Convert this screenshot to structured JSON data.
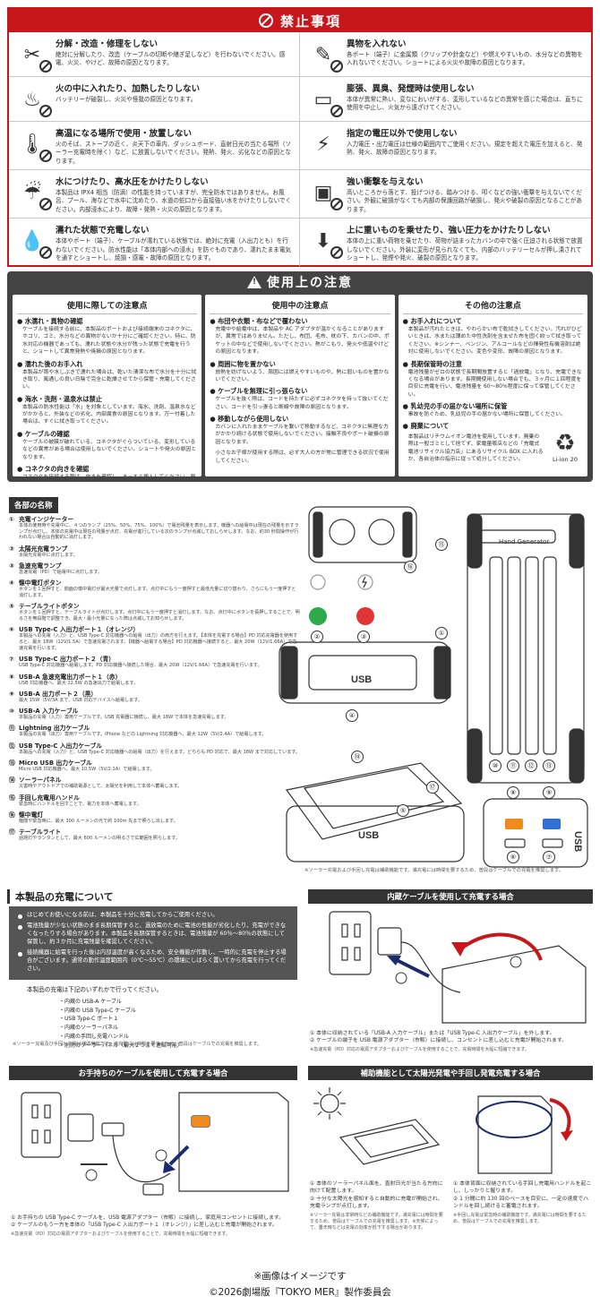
{
  "prohibitions": {
    "title": "禁止事項",
    "items": [
      {
        "icon": "wrench-screwdriver-icon",
        "title": "分解・改造・修理をしない",
        "body": "絶対に分解したり、改造（ケーブルの切断や継ぎ足しなど）を行わないでください。感電、火災、やけど、故障の原因となります。"
      },
      {
        "icon": "foreign-object-icon",
        "title": "異物を入れない",
        "body": "各ポート（端子）に金属類（クリップや針金など）や燃えやすいもの、水分などの異物を入れないでください。ショートによる火災や故障の原因となります。"
      },
      {
        "icon": "fire-icon",
        "title": "火の中に入れたり、加熱したりしない",
        "body": "バッテリーが破裂し、火災や怪我の原因となります。"
      },
      {
        "icon": "swollen-battery-icon",
        "title": "膨張、異臭、発煙時は使用しない",
        "body": "本体が異常に熱い、変なにおいがする、変形しているなどの異常を感じた場合は、直ちに使用を中止し、火気から遠ざけてください。"
      },
      {
        "icon": "thermometer-icon",
        "title": "高温になる場所で使用・放置しない",
        "body": "火のそば、ストーブの近く、炎天下の車内、ダッシュボード、直射日光の当たる場所（ソーラー充電時を除く）など、に放置しないでください。発熱、発火、劣化などの原因となります。"
      },
      {
        "icon": "voltage-icon",
        "title": "指定の電圧以外で使用しない",
        "body": "入力電圧・出力電圧は仕様の範囲内でご使用ください。規定を超えた電圧を加えると、発熱、発火、故障の原因となります。"
      },
      {
        "icon": "water-icon",
        "title": "水につけたり、高水圧をかけたりしない",
        "body": "本製品は IPX4 相当（防滴）の性能を持っていますが、完全防水ではありません。お風呂、プール、海などで水中に沈めたり、水道の蛇口から直接強い水をかけたりしないでください。内部浸水により、故障・発熱・火災の原因となります。"
      },
      {
        "icon": "impact-icon",
        "title": "強い衝撃を与えない",
        "body": "高いところから落とす、投げつける、踏みつける、叩くなどの強い衝撃を与えないでください。外観に破損がなくても内部の保護回路が破損し、発火や破裂の原因となることがあります。"
      },
      {
        "icon": "wet-cable-icon",
        "title": "濡れた状態で充電しない",
        "body": "本体やポート（端子）、ケーブルが濡れている状態では、絶対に充電（入出力とも）を行わないでください。防水性能は「本体内部への浸水」を防ぐものであり、濡れたまま電気を通すとショートし、焼損・感電・故障の原因となります。"
      },
      {
        "icon": "heavy-load-icon",
        "title": "上に重いものを乗せたり、強い圧力をかけたりしない",
        "body": "本体の上に重い荷物を乗せたり、荷物が詰まったカバンの中で強く圧迫される状態で放置しないでください。外装に変形が見られなくても、内部のバッテリーセルが押し潰されてショートし、発煙や発火、破裂の原因となります。"
      }
    ]
  },
  "usage": {
    "title": "使用上の注意",
    "columns": [
      {
        "title": "使用に際しての注意点",
        "items": [
          {
            "title": "水濡れ・異物の確認",
            "body": "ケーブルを接続する前に、本製品のポートおよび接続端末のコネクタに、ホコリ、ゴミ、水分などの異物がないか十分にご確認ください。特に、防水対応の機器であっても、濡れた状態や水分が残った状態で充電を行うと、ショートして異常発熱や焼損の原因となります。"
          },
          {
            "title": "濡れた後のお手入れ",
            "body": "本製品が雨や水しぶきで濡れた場合は、乾いた清潔な布で水分を十分に拭き取り、風通しの良い日陰で完全に乾燥させてから保管・充電してください。"
          },
          {
            "title": "海水・洗剤・温泉水は禁止",
            "body": "本製品の防水性能は「水」を対象としています。海水、洗剤、温泉水などがかかると、外装などの劣化、内部腐食の原因となります。万一付着した場合は、すぐに拭き取ってください。"
          },
          {
            "title": "ケーブルの確認",
            "body": "ケーブルの被膜が破れている、コネクタがぐらついている、変形しているなどの異常がある場合は使用しないでください。ショートや発火の原因となります。"
          },
          {
            "title": "コネクタの向きを確認",
            "body": "コネクタを接続する際は、向きを確認し、まっすぐ挿入してください。無理な力を加えると破損の原因となります。"
          }
        ]
      },
      {
        "title": "使用中の注意点",
        "items": [
          {
            "title": "布団や衣類・布などで覆わない",
            "body": "充電中や給電中は、本製品や AC アダプタが温かくなることがありますが、異常ではありません。ただし、布団、毛布、枕の下、カバンの中、ポケットの中などで使用しないでください。熱がこもり、発火や低温やけどの原因となります。"
          },
          {
            "title": "周囲に物を置かない",
            "body": "放熱を妨げないよう、周囲には燃えやすいものや、熱に弱いものを置かないでください。"
          },
          {
            "title": "ケーブルを無理に引っ張らない",
            "body": "ケーブルを抜く際は、コードを持たずに必ずコネクタを持って抜いてください。コードを引っ張ると断線や故障の原因となります。"
          },
          {
            "title": "移動しながら使用しない",
            "body": "カバンに入れたままケーブルを繋いで移動するなど、コネクタに無理な力がかかり続ける状態で使用しないでください。接触不良やポート破損の原因となります。"
          },
          {
            "title": "",
            "body": "小さなお子様が使用する際は、必ず大人の方が常に管理できる状況で使用してください。"
          }
        ]
      },
      {
        "title": "その他の注意点",
        "items": [
          {
            "title": "お手入れについて",
            "body": "本製品が汚れたときは、やわらかい布で乾拭きしてください。汚れがひどいときは、水または薄めた中性洗剤を含ませた布を固く絞って拭き取ってください。※シンナー、ベンジン、アルコールなどの揮発性有機溶剤は絶対に使用しないでください。変色や変形、故障の原因となります。"
          },
          {
            "title": "長期保管時の注意",
            "body": "電池残量がゼロの状態で長期間放置すると「過放電」となり、充電できなくなる場合があります。長期間使用しない場合でも、３ヶ月に１回程度を目安に充電を行い、電池残量を 60～80％程度に保って保管してください。"
          },
          {
            "title": "乳幼児の手の届かない場所に保管",
            "body": "事故を防ぐため、乳幼児の手の届かない場所に保管してください。"
          },
          {
            "title": "廃棄について",
            "body": "本製品はリチウムイオン電池を使用しています。廃棄の際は一般ゴミとして捨てず、家電量販店などの「充電式電池リサイクル協力店」にあるリサイクル BOX に入れるか、各自治体の指示に従って処分してください。"
          }
        ],
        "recycle_label": "Li-ion 20"
      }
    ]
  },
  "parts": {
    "title": "各部の名称",
    "items": [
      {
        "num": "①",
        "name": "充電インジケーター",
        "desc": "本体の使用時や充電中に、４つのランプ（25%、50%、75%、100%）で電池残量を表示します。機器への給電中は現在の残量を示すランプが点灯し、本体の充電中は現在の残量が点灯、充電が進行している次のランプが点滅しておしらせします。なお、約30 秒間操作が行われない場合は自動的に消灯します。"
      },
      {
        "num": "②",
        "name": "太陽光充電ランプ",
        "desc": "太陽光充電中に点灯します。"
      },
      {
        "num": "③",
        "name": "急速充電ランプ",
        "desc": "急速充電（PD）で給電中に点灯します。"
      },
      {
        "num": "④",
        "name": "懐中電灯ボタン",
        "desc": "ボタンを１回押すと、側面の懐中電灯が最大光量で点灯します。点灯中にもう一度押すと最低光量に切り替わり、さらにもう一度押すと消灯します。"
      },
      {
        "num": "⑤",
        "name": "テーブルライトボタン",
        "desc": "ボタンを１回押すと、テーブルライトが点灯します。点灯中にもう一度押すと消灯します。なお、点灯中にボタンを長押しすることで、明るさを無段階で調整でき、最大・最小光量になった際は点滅してお知らせします。"
      },
      {
        "num": "⑥",
        "name": "USB Type-C 入出力ポート１（オレンジ）",
        "desc": "本製品への充電（入力）と、USB Type-C 対応機器への給電（出力）の両方を行えます。【本体を充電する場合】PD 対応充電器を使用すると、最大 18W（12V/1.5A）で急速充電されます。【機器へ給電する場合】PD 対応機器へ接続すると、最大 20W（12V/1.66A）で急速充電を行います。"
      },
      {
        "num": "⑦",
        "name": "USB Type-C 出力ポート２（青）",
        "desc": "USB Type-C 対応機器へ給電します。PD 対応機器へ接続した場合、最大 20W（12V/1.66A）で急速充電を行います。"
      },
      {
        "num": "⑧",
        "name": "USB-A 急速充電出力ポート１（赤）",
        "desc": "USB 対応機器へ、最大 22.5W の急速出力で給電します。"
      },
      {
        "num": "⑨",
        "name": "USB-A 出力ポート２（黒）",
        "desc": "最大 15W（5V/3A まで、USB 対応デバイスへ給電します。"
      },
      {
        "num": "⑩",
        "name": "USB-A 入力ケーブル",
        "desc": "本製品の充電（入力）専用ケーブルです。USB 充電器に接続し、最大 18W で本体を急速充電します。"
      },
      {
        "num": "⑪",
        "name": "Lightning 出力ケーブル",
        "desc": "本製品の充電（出力）専用ケーブルです。iPhone などの Lightning 対応機器へ、最大 12W（5V/2.4A）で給電します。"
      },
      {
        "num": "⑫",
        "name": "USB Type-C 入出力ケーブル",
        "desc": "本製品への充電（入力）と、USB Type-C 対応機器への給電（出力）を行えます。どちらも PD 対応で、最大 18W まで対応しています。"
      },
      {
        "num": "⑬",
        "name": "Micro USB 出力ケーブル",
        "desc": "Micro USB 対応機器へ、最大 10.5W（5V/2.1A）で給電します。"
      },
      {
        "num": "⑭",
        "name": "ソーラーパネル",
        "desc": "災害時やアウトドアでの補助電源として、太陽光を利用して本体へ蓄電します。"
      },
      {
        "num": "⑮",
        "name": "手回し充電用ハンドル",
        "desc": "緊急時にハンドルを回すことで、電力を本体へ蓄電します。"
      },
      {
        "num": "⑯",
        "name": "懐中電灯",
        "desc": "暗闇や緊急時に、最大 300 ルーメンの光で約 100m 先まで照らし出します。"
      },
      {
        "num": "⑰",
        "name": "テーブルライト",
        "desc": "話題灯やランタンとして、最大 600 ルーメンの明るさで広範囲を照らします。"
      }
    ],
    "hand_generator_label": "Hand Generator",
    "usb_label": "USB",
    "callouts": [
      "①",
      "②",
      "③",
      "④",
      "⑤",
      "⑥",
      "⑦",
      "⑧",
      "⑨",
      "⑩",
      "⑪",
      "⑫",
      "⑬",
      "⑭",
      "⑮",
      "⑯",
      "⑰"
    ],
    "note": "※ソーラー充電および手回し充電は補助機能です。満充電には時間を要するため、普段はケーブルでの充電を推奨します。",
    "colors": {
      "solar_lamp": "#2eaa4a",
      "fast_lamp": "#e0363a",
      "orange_port": "#f08a1c",
      "blue_port": "#2f6fd6"
    }
  },
  "charging": {
    "title": "本製品の充電について",
    "box_items": [
      "はじめてお使いになる前は、本製品を十分に充電してからご使用ください。",
      "電池残量が少ない状態のまま長期保管すると、過放電のために電池の性能が劣化したり、充電ができなくなったりする場合があります。本製品を長期保管するときは、電池残量が 60％～80％の状態にして保管し、約３か月に充電残量を確認してください。",
      "接続機器に給電を行った後は内部温度が高くなるため、安全機能が作動し、一時的に充電を停止する場合がございます。通常の動作温度範囲内（0℃～55℃）の環境にしばらく置いてから充電を行ってください。"
    ],
    "lead": "本製品の充電は下記のいずれかで行ってください。",
    "methods": [
      "・内蔵の USB-A ケーブル",
      "・内蔵の USB Type-C ケーブル",
      "・USB Type-C ポート１",
      "・内蔵のソーラーパネル",
      "・内蔵の手回し充電ハンドル",
      "・別売のソーラーパネル（最大２つまで連結可能）"
    ],
    "note": "※ソーラー充電及び手回し充電は補助機能です。満充電には時間を要するため、普段はケーブルでの充電を推奨します。"
  },
  "builtin_cable": {
    "title": "内蔵ケーブルを使用して充電する場合",
    "steps": [
      "① 本体に収納されている「USB-A 入力ケーブル」または「USB Type-C 入出力ケーブル」を外します。",
      "② ケーブルの端子を USB 電源アダプター（市販）に接続し、コンセントに差し込むと充電が開始されます。"
    ],
    "note": "※急速充電（PD）対応の電源アダプターおよびケーブルを使用することで、充電時間を大幅に短縮できます。"
  },
  "own_cable": {
    "title": "お手持ちのケーブルを使用して充電する場合",
    "steps": [
      "① お手持ちの USB Type-C ケーブルを、USB 電源アダプター（市販）に接続し、家庭用コンセントに接続します。",
      "② ケーブルのもう一方を本体の「USB Type-C 入出力ポート１（オレンジ）」に差し込むと充電が開始されます。"
    ],
    "note": "※急速充電（PD）対応の電源アダプターおよびケーブルを使用することで、充電時間を大幅に短縮できます。"
  },
  "aux_charge": {
    "title": "補助機能として太陽光発電や手回し発電充電する場合",
    "solar_steps": [
      "① 本体のソーラーパネル面を、直射日光が当たる方向に向けて配置します。",
      "② 十分な太陽光を感知すると自動的に充電が開始され、充電ランプが点灯します。"
    ],
    "solar_note": "※ソーラー充電は非常時などの補助機能です。満充電には時間を要するため、普段はケーブルでの充電を推奨します。※天候によって、曇天時などは充電の効率が低下する場合があります。",
    "crank_steps": [
      "① 本体背面に収納されている手回し充電用ハンドルを起こし、しっかりと握ります。",
      "② 1 分間に約 130 回のペースを目安に、一定の速度でハンドルを回し続けると蓄電されます。"
    ],
    "crank_note": "※手回し充電は緊急時の補助機能です。満充電には時間を要するため、普段はケーブルでの充電を推奨します。"
  },
  "footer": {
    "line1": "※画像はイメージです",
    "line2": "©2026劇場版『TOKYO MER』製作委員会"
  }
}
